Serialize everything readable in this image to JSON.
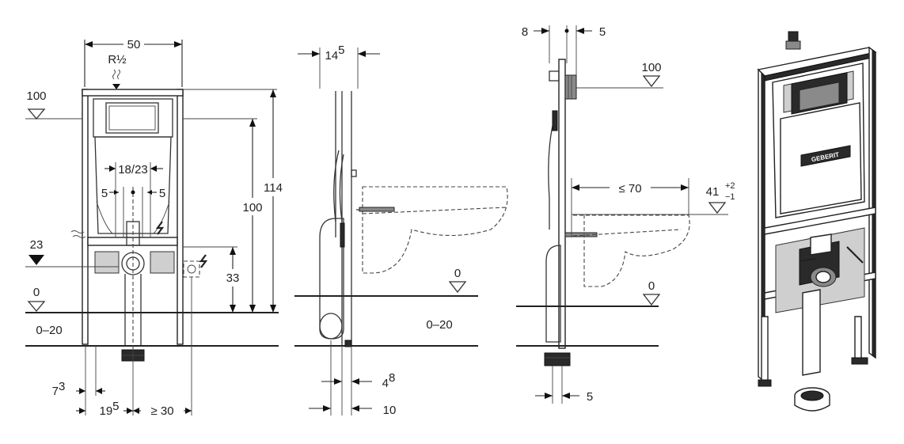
{
  "front_view": {
    "width": "50",
    "connection": "R½",
    "level_100": "100",
    "height_114": "114",
    "height_100": "100",
    "spacing_18_23": "18/23",
    "offset_5_left": "5",
    "offset_5_right": "5",
    "level_23": "23",
    "height_33": "33",
    "level_0": "0",
    "floor_range": "0–20",
    "dim_7_3": "7",
    "dim_7_3_sup": "3",
    "dim_19_5": "19",
    "dim_19_5_sup": "5",
    "dim_ge_30": "≥ 30"
  },
  "side_view": {
    "depth_14": "14",
    "depth_14_sup": "5",
    "level_0": "0",
    "floor_range": "0–20",
    "dim_4": "4",
    "dim_4_sup": "8",
    "dim_10": "10"
  },
  "section_view": {
    "dim_8": "8",
    "dim_5_top": "5",
    "level_100": "100",
    "max_70": "≤ 70",
    "height_41": "41",
    "tol_plus": "+2",
    "tol_minus": "−1",
    "level_0": "0",
    "dim_5_bottom": "5"
  },
  "product_view": {
    "brand_label": "GEBERIT"
  }
}
